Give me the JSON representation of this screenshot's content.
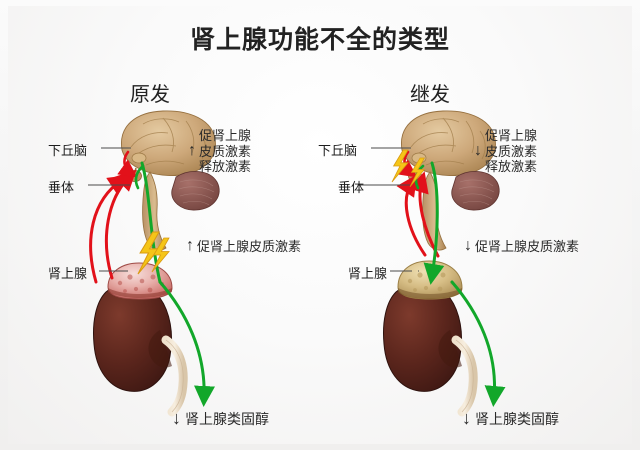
{
  "page": {
    "title": "肾上腺功能不全的类型",
    "background_color": "#f2f2f2"
  },
  "colors": {
    "stimulating_arrow": "#e2111a",
    "inhibiting_arrow": "#12a72a",
    "lightning": "#f5c518",
    "text": "#1d1d1d",
    "kidney": "#5a251c",
    "adrenal_inflamed": "#e8b8b4",
    "adrenal_normal": "#d8c08a",
    "brain": "#cda87a",
    "cerebellum": "#8d5a55"
  },
  "panels": [
    {
      "id": "primary",
      "subtitle": "原发",
      "labels": {
        "hypothalamus": "下丘脑",
        "pituitary": "垂体",
        "adrenal": "肾上腺"
      },
      "crh": {
        "marker": "↑",
        "lines": [
          "促肾上腺",
          "皮质激素",
          "释放激素"
        ]
      },
      "acth": {
        "marker": "↑",
        "text": "促肾上腺皮质激素"
      },
      "steroid": {
        "marker": "↓",
        "text": "肾上腺类固醇"
      },
      "lesion_site": "adrenal-gland"
    },
    {
      "id": "secondary",
      "subtitle": "继发",
      "labels": {
        "hypothalamus": "下丘脑",
        "pituitary": "垂体",
        "adrenal": "肾上腺"
      },
      "crh": {
        "marker": "↓",
        "lines": [
          "促肾上腺",
          "皮质激素",
          "释放激素"
        ]
      },
      "acth": {
        "marker": "↓",
        "text": "促肾上腺皮质激素"
      },
      "steroid": {
        "marker": "↓",
        "text": "肾上腺类固醇"
      },
      "lesion_site": "hypothalamus-pituitary"
    }
  ]
}
